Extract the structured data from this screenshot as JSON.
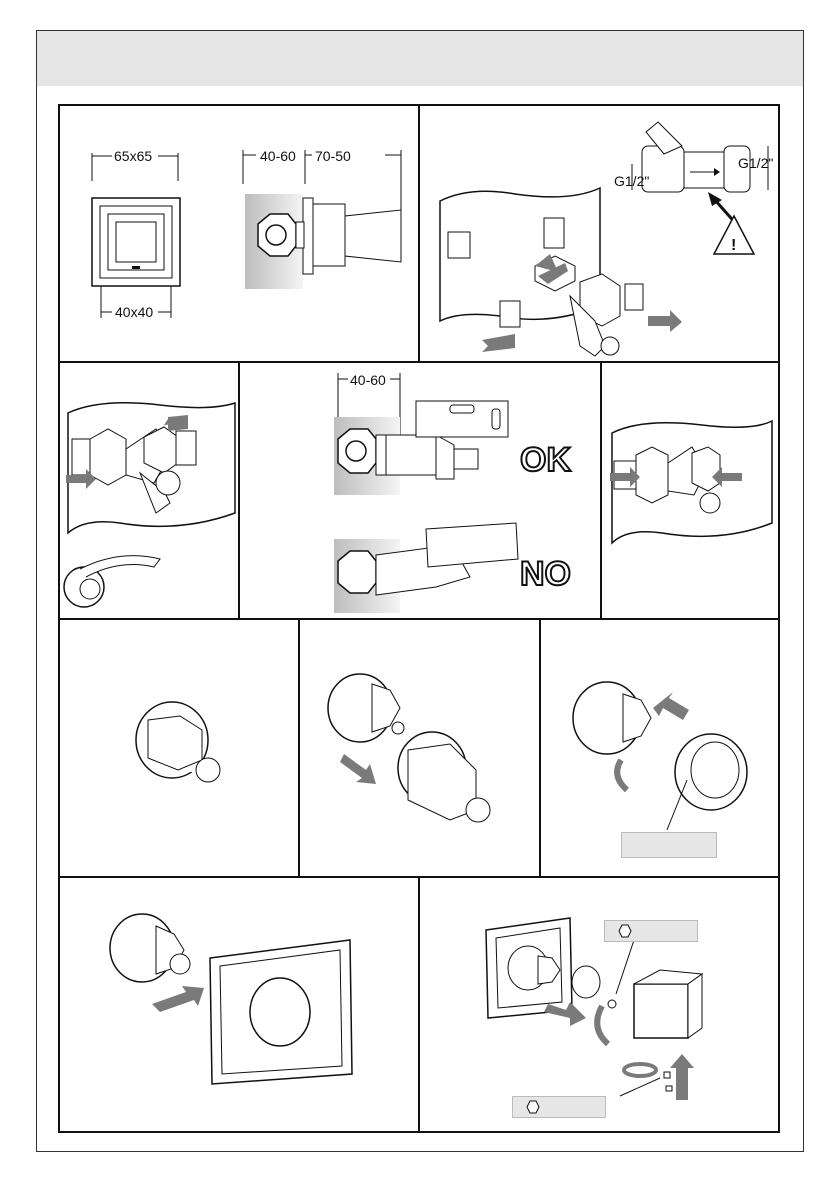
{
  "header": {
    "title": ""
  },
  "panel1": {
    "dim_top": "65x65",
    "dim_bottom": "40x40",
    "dim_a": "40-60",
    "dim_b": "70-50"
  },
  "panel2": {
    "thread_left": "G1/2\"",
    "thread_right": "G1/2\"",
    "warning": "!"
  },
  "panel4": {
    "dim": "40-60",
    "ok": "OK",
    "no": "NO"
  },
  "panel8": {
    "callout": ""
  },
  "panel10": {
    "hex_label_top": "",
    "hex_label_bottom": ""
  },
  "colors": {
    "header_band": "#e6e6e6",
    "arrow_fill": "#7a7a7a",
    "line": "#111111"
  }
}
